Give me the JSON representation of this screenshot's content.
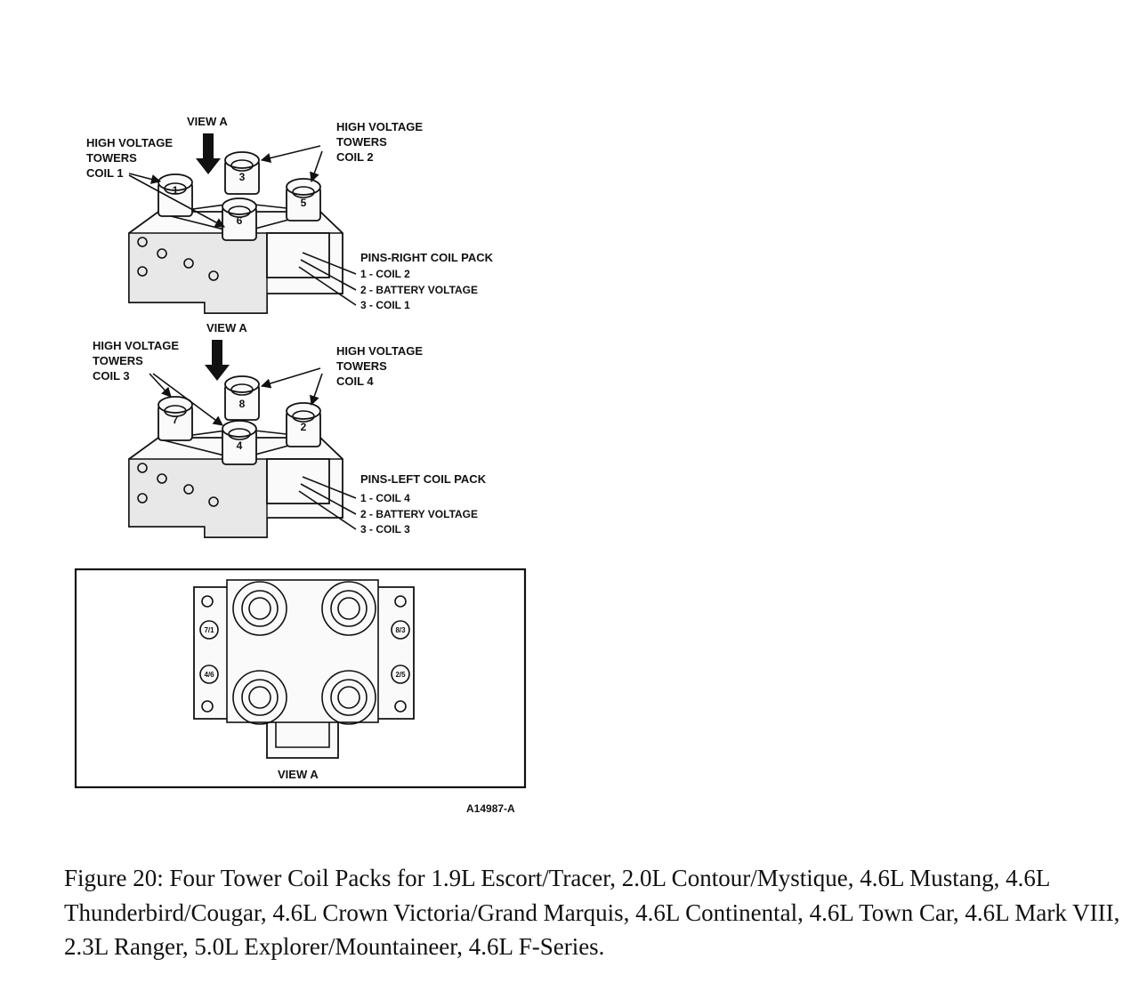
{
  "top_pack": {
    "view_label": "VIEW A",
    "left_label": [
      "HIGH VOLTAGE",
      "TOWERS",
      "COIL 1"
    ],
    "right_label": [
      "HIGH VOLTAGE",
      "TOWERS",
      "COIL 2"
    ],
    "pins_title": "PINS-RIGHT COIL PACK",
    "pins": [
      "1 - COIL 2",
      "2 - BATTERY VOLTAGE",
      "3 - COIL 1"
    ],
    "towers": [
      "1",
      "3",
      "6",
      "5"
    ]
  },
  "bottom_pack": {
    "view_label": "VIEW A",
    "left_label": [
      "HIGH VOLTAGE",
      "TOWERS",
      "COIL 3"
    ],
    "right_label": [
      "HIGH VOLTAGE",
      "TOWERS",
      "COIL 4"
    ],
    "pins_title": "PINS-LEFT COIL PACK",
    "pins": [
      "1 - COIL 4",
      "2 - BATTERY VOLTAGE",
      "3 - COIL 3"
    ],
    "towers": [
      "7",
      "8",
      "4",
      "2"
    ]
  },
  "view_a": {
    "label": "VIEW A",
    "corner_labels": [
      "7/1",
      "8/3",
      "4/6",
      "2/5"
    ]
  },
  "figure_code": "A14987-A",
  "caption": "Figure 20: Four Tower Coil Packs for 1.9L Escort/Tracer, 2.0L Contour/Mystique, 4.6L Mustang, 4.6L Thunderbird/Cougar, 4.6L Crown Victoria/Grand Marquis, 4.6L Continental, 4.6L Town Car, 4.6L Mark VIII, 2.3L Ranger, 5.0L Explorer/Mountaineer, 4.6L F-Series."
}
